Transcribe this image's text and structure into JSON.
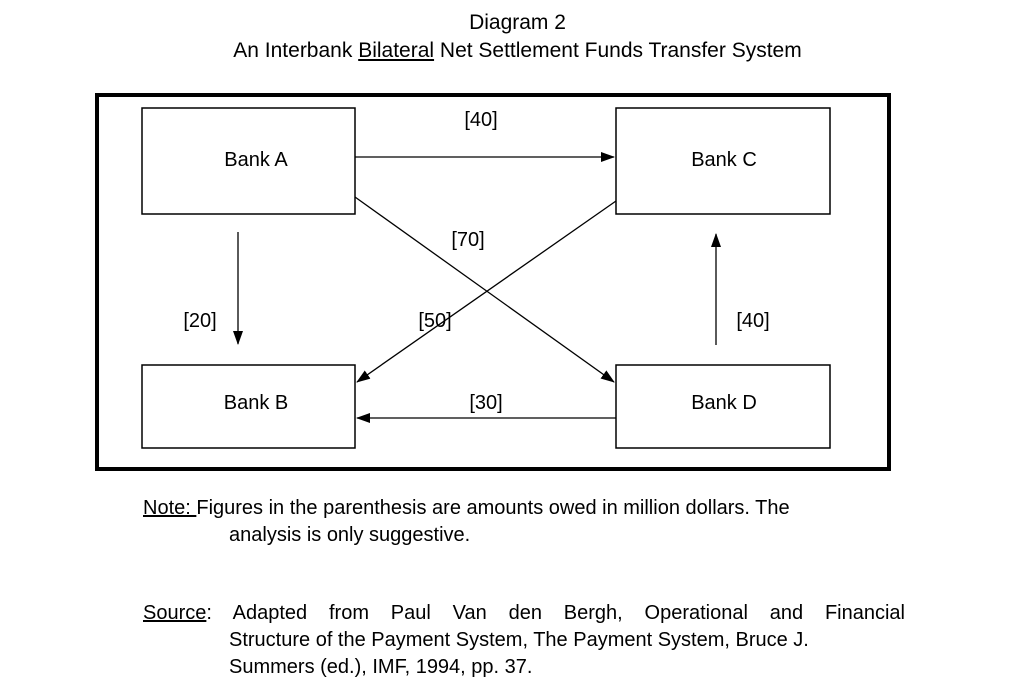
{
  "title": {
    "line1": "Diagram 2",
    "line2_pre": "An Interbank ",
    "line2_underlined": "Bilateral",
    "line2_post": " Net Settlement Funds Transfer System"
  },
  "nodes": {
    "bank_a": "Bank A",
    "bank_b": "Bank B",
    "bank_c": "Bank C",
    "bank_d": "Bank D"
  },
  "edges": [
    {
      "from": "Bank A",
      "to": "Bank C",
      "label": "[40]"
    },
    {
      "from": "Bank A",
      "to": "Bank D",
      "label": "[70]"
    },
    {
      "from": "Bank A",
      "to": "Bank B",
      "label": "[20]"
    },
    {
      "from": "Bank C",
      "to": "Bank B",
      "label": "[50]"
    },
    {
      "from": "Bank D",
      "to": "Bank C",
      "label": "[40]"
    },
    {
      "from": "Bank D",
      "to": "Bank B",
      "label": "[30]"
    }
  ],
  "note": {
    "label": "Note: ",
    "line1": "Figures in the parenthesis are amounts owed in million dollars. The",
    "line2": "analysis is only suggestive."
  },
  "source": {
    "label": "Source",
    "line1": ": Adapted from Paul Van den Bergh, Operational and Financial",
    "line2": "Structure of the Payment System, The Payment System, Bruce J.",
    "line3": "Summers (ed.), IMF, 1994, pp. 37."
  }
}
